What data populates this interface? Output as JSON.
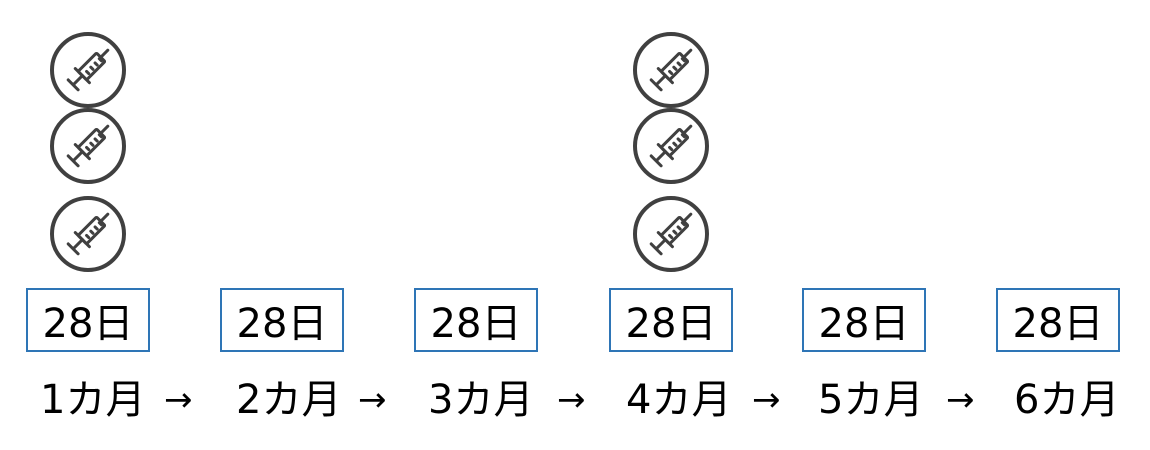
{
  "colors": {
    "box_border": "#2e75b6",
    "icon_stroke": "#404040",
    "text": "#000000"
  },
  "icon_name": "syringe-icon",
  "arrow_glyph": "→",
  "months": [
    {
      "label": "1カ月",
      "days": "28日",
      "injections": 3
    },
    {
      "label": "2カ月",
      "days": "28日",
      "injections": 0
    },
    {
      "label": "3カ月",
      "days": "28日",
      "injections": 0
    },
    {
      "label": "4カ月",
      "days": "28日",
      "injections": 3
    },
    {
      "label": "5カ月",
      "days": "28日",
      "injections": 0
    },
    {
      "label": "6カ月",
      "days": "28日",
      "injections": 0
    }
  ]
}
